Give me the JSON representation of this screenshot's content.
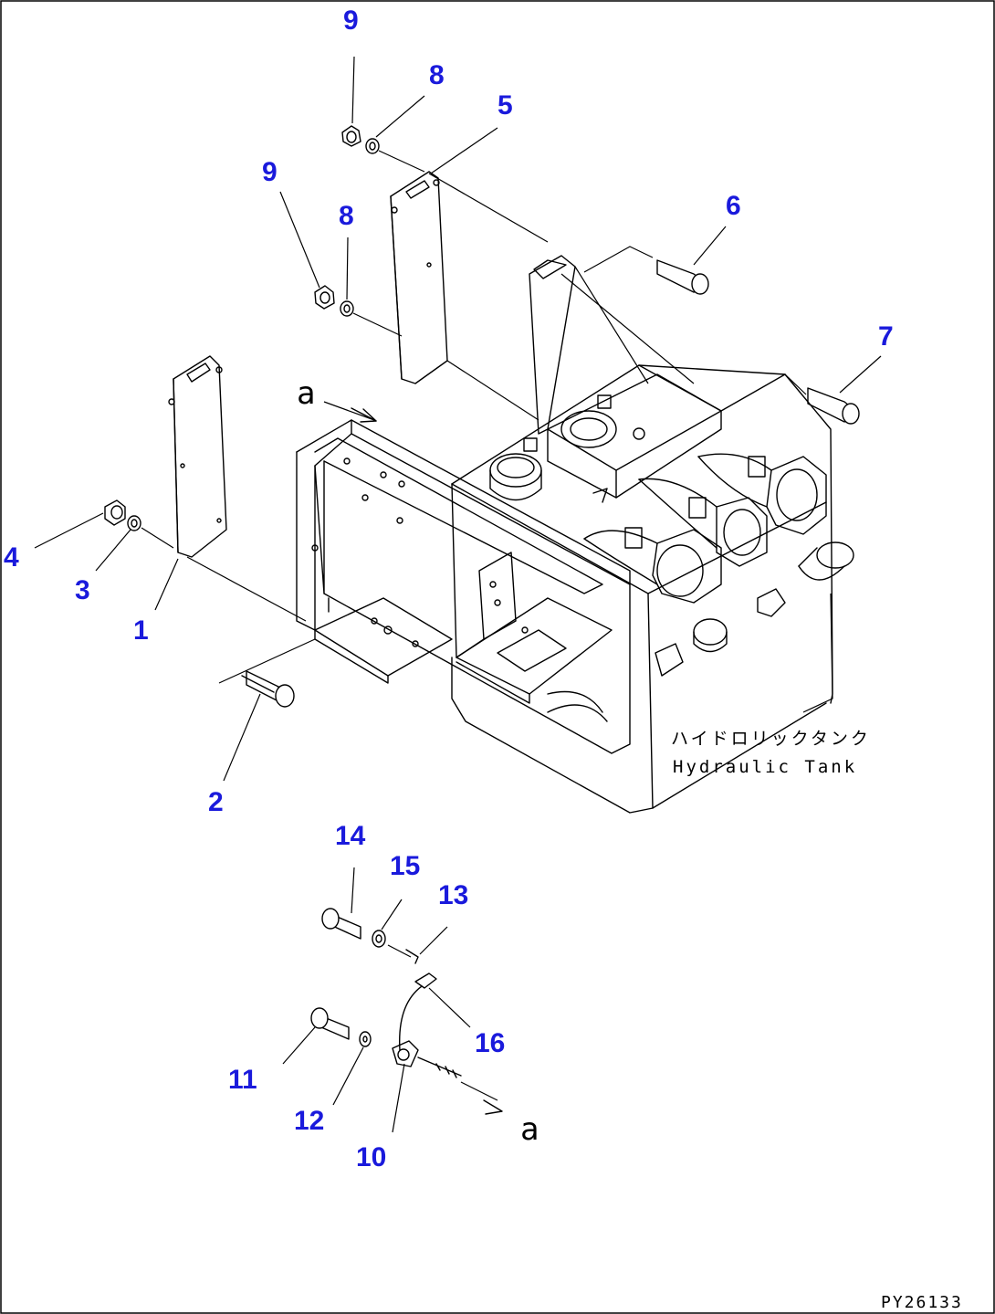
{
  "diagram": {
    "callouts": {
      "c1": "1",
      "c2": "2",
      "c3": "3",
      "c4": "4",
      "c5": "5",
      "c6": "6",
      "c7": "7",
      "c8a": "8",
      "c8b": "8",
      "c9a": "9",
      "c9b": "9",
      "c10": "10",
      "c11": "11",
      "c12": "12",
      "c13": "13",
      "c14": "14",
      "c15": "15",
      "c16": "16"
    },
    "reference_marks": {
      "upper": "a",
      "lower": "a"
    },
    "tank_label": {
      "japanese": "ハイドロリックタンク",
      "english": "Hydraulic Tank"
    },
    "drawing_code": "PY26133",
    "callout_color": "#1a1adc"
  }
}
